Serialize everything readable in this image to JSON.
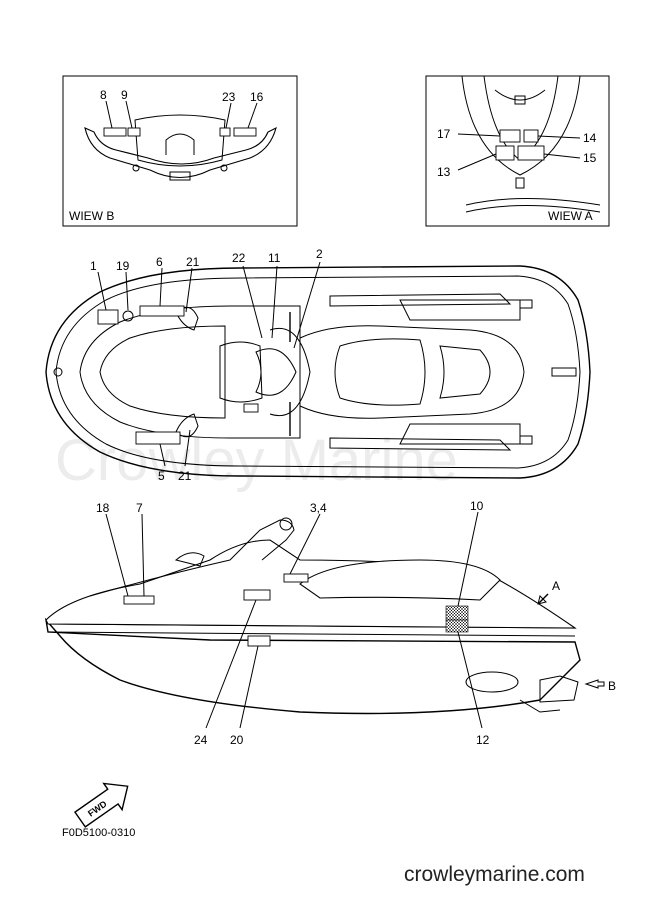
{
  "watermark": "Crowley Marine",
  "drawing_code": "F0D5100-0310",
  "site": "crowleymarine.com",
  "fwd_label": "FWD",
  "view_b": {
    "label": "WIEW B",
    "callouts": [
      "8",
      "9",
      "23",
      "16"
    ]
  },
  "view_a": {
    "label": "WIEW A",
    "callouts": [
      "17",
      "14",
      "13",
      "15"
    ]
  },
  "top_view": {
    "callouts": [
      "1",
      "19",
      "6",
      "21",
      "22",
      "11",
      "2",
      "5",
      "21"
    ]
  },
  "side_view": {
    "callouts": [
      "18",
      "7",
      "3,4",
      "10",
      "A",
      "B",
      "24",
      "20",
      "12"
    ]
  }
}
